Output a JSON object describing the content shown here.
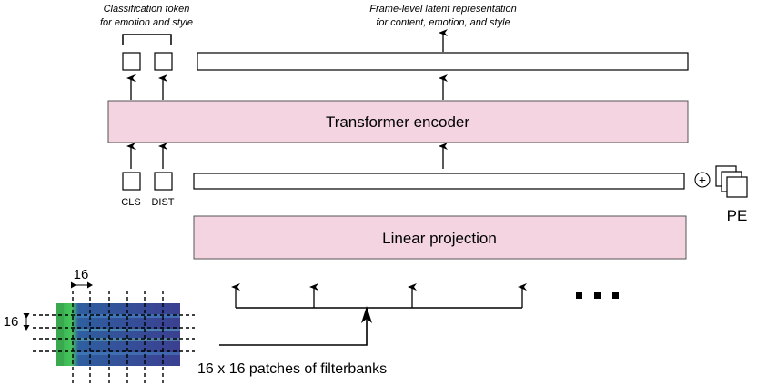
{
  "annotations": {
    "cls_caption_line1": "Classification token",
    "cls_caption_line2": "for emotion and style",
    "frame_caption_line1": "Frame-level latent representation",
    "frame_caption_line2": "for content, emotion, and style"
  },
  "blocks": {
    "transformer_encoder": "Transformer encoder",
    "linear_projection": "Linear projection"
  },
  "tokens": {
    "cls_label": "CLS",
    "dist_label": "DIST",
    "plus_symbol": "+",
    "pe_label": "PE"
  },
  "patches": {
    "width_label": "16",
    "height_label": "16",
    "caption": "16 x 16 patches of filterbanks",
    "ellipsis": "■ ■ ■"
  },
  "colors": {
    "block_fill": "#f3d4e0",
    "line": "#000000",
    "spectrogram_green": "#3fbf55",
    "spectrogram_blue": "#3a3d8f"
  }
}
